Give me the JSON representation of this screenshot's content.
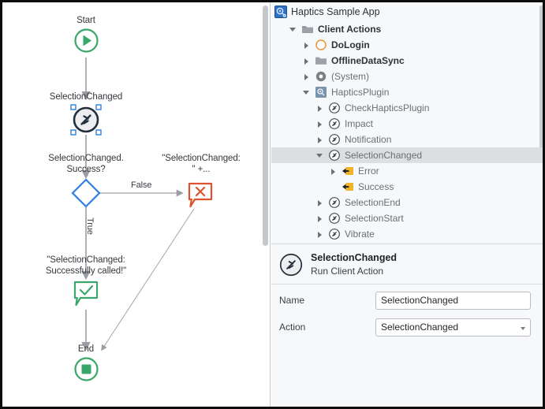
{
  "flowchart": {
    "nodes": [
      {
        "id": "start",
        "label": "Start",
        "icon": "start-play-icon"
      },
      {
        "id": "action",
        "label": "SelectionChanged",
        "icon": "client-action-icon",
        "selected": true
      },
      {
        "id": "decision",
        "label": "SelectionChanged.\nSuccess?",
        "icon": "decision-diamond-icon"
      },
      {
        "id": "error",
        "label": "\"SelectionChanged:\n\" +...",
        "icon": "error-message-icon"
      },
      {
        "id": "success",
        "label": "\"SelectionChanged:\nSuccessfully called!\"",
        "icon": "success-message-icon"
      },
      {
        "id": "end",
        "label": "End",
        "icon": "end-stop-icon"
      }
    ],
    "edge_labels": {
      "false": "False",
      "true": "True"
    },
    "colors": {
      "start": "#38a76a",
      "end": "#38a76a",
      "success": "#3da66c",
      "error": "#e0512f",
      "decision": "#2f7fe0",
      "action_ring": "#22303e",
      "selection_handle": "#1f74d6",
      "connector": "#9a9da2"
    }
  },
  "tree": {
    "root": {
      "label": "Haptics Sample App",
      "icon": "app-module-icon"
    },
    "items": [
      {
        "label": "Client Actions",
        "icon": "folder-open-icon",
        "indent": 1,
        "twisty": "open",
        "bold": true
      },
      {
        "label": "DoLogin",
        "icon": "circle-outline-orange-icon",
        "indent": 2,
        "twisty": "closed",
        "bold": true
      },
      {
        "label": "OfflineDataSync",
        "icon": "folder-icon",
        "indent": 2,
        "twisty": "closed",
        "bold": true
      },
      {
        "label": "(System)",
        "icon": "system-circle-icon",
        "indent": 2,
        "twisty": "closed",
        "dim": true
      },
      {
        "label": "HapticsPlugin",
        "icon": "plugin-icon",
        "indent": 2,
        "twisty": "open",
        "dim": true
      },
      {
        "label": "CheckHapticsPlugin",
        "icon": "client-action-icon",
        "indent": 3,
        "twisty": "closed",
        "dim": true
      },
      {
        "label": "Impact",
        "icon": "client-action-icon",
        "indent": 3,
        "twisty": "closed",
        "dim": true
      },
      {
        "label": "Notification",
        "icon": "client-action-icon",
        "indent": 3,
        "twisty": "closed",
        "dim": true
      },
      {
        "label": "SelectionChanged",
        "icon": "client-action-icon",
        "indent": 3,
        "twisty": "open",
        "dim": true,
        "selected": true
      },
      {
        "label": "Error",
        "icon": "output-arrow-icon",
        "indent": 4,
        "twisty": "closed",
        "dim": true
      },
      {
        "label": "Success",
        "icon": "output-arrow-icon",
        "indent": 4,
        "twisty": "none",
        "dim": true
      },
      {
        "label": "SelectionEnd",
        "icon": "client-action-icon",
        "indent": 3,
        "twisty": "closed",
        "dim": true
      },
      {
        "label": "SelectionStart",
        "icon": "client-action-icon",
        "indent": 3,
        "twisty": "closed",
        "dim": true
      },
      {
        "label": "Vibrate",
        "icon": "client-action-icon",
        "indent": 3,
        "twisty": "closed",
        "dim": true
      }
    ]
  },
  "properties": {
    "icon": "client-action-icon",
    "title": "SelectionChanged",
    "subtitle": "Run Client Action",
    "fields": [
      {
        "label": "Name",
        "value": "SelectionChanged",
        "type": "text"
      },
      {
        "label": "Action",
        "value": "SelectionChanged",
        "type": "select"
      }
    ]
  },
  "colors": {
    "accent_blue": "#1f74d6",
    "panel_bg": "#f7f8fa",
    "selection_bg": "#dcdee1",
    "orange": "#e8953a",
    "amber": "#f0b429",
    "green": "#38a76a",
    "red": "#e0512f"
  }
}
